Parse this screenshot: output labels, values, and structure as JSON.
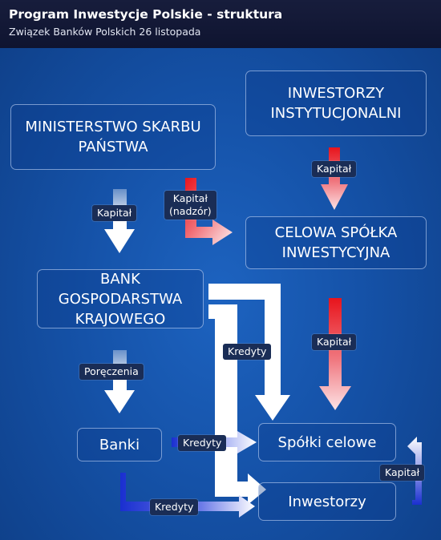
{
  "header": {
    "title": "Program Inwestycje Polskie - struktura",
    "subtitle": "Związek Banków Polskich 26 listopada"
  },
  "nodes": {
    "ministerstwo": "MINISTERSTWO SKARBU\nPAŃSTWA",
    "inwestorzy_inst": "INWESTORZY\nINSTYTUCJONALNI",
    "celowa": "CELOWA SPÓŁKA\nINWESTYCYJNA",
    "bgk": "BANK\nGOSPODARSTWA\nKRAJOWEGO",
    "banki": "Banki",
    "spolki": "Spółki celowe",
    "inwestorzy": "Inwestorzy"
  },
  "edges": {
    "kapital_msp_bgk": "Kapitał",
    "kapital_nadzor": "Kapitał\n(nadzór)",
    "kapital_inst": "Kapitał",
    "kapital_celowa": "Kapitał",
    "kredyty_bgk": "Kredyty",
    "poreczenia": "Poręczenia",
    "kredyty_banki_spolki": "Kredyty",
    "kredyty_banki_inw": "Kredyty",
    "kapital_inw_spolki": "Kapitał"
  },
  "colors": {
    "arrow_white": "#ffffff",
    "arrow_red": "#e8141c",
    "arrow_blue": "#1a2fd0",
    "header_bg": "#131936",
    "label_bg": "#1a2d56"
  }
}
